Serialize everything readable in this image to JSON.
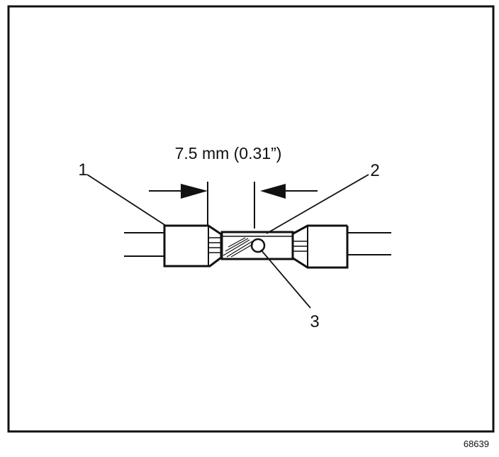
{
  "diagram": {
    "dimension_label": "7.5 mm (0.31”)",
    "callouts": [
      {
        "number": "1"
      },
      {
        "number": "2"
      },
      {
        "number": "3"
      }
    ],
    "reference_id": "68639",
    "colors": {
      "ink": "#111111",
      "paper": "#ffffff"
    }
  }
}
